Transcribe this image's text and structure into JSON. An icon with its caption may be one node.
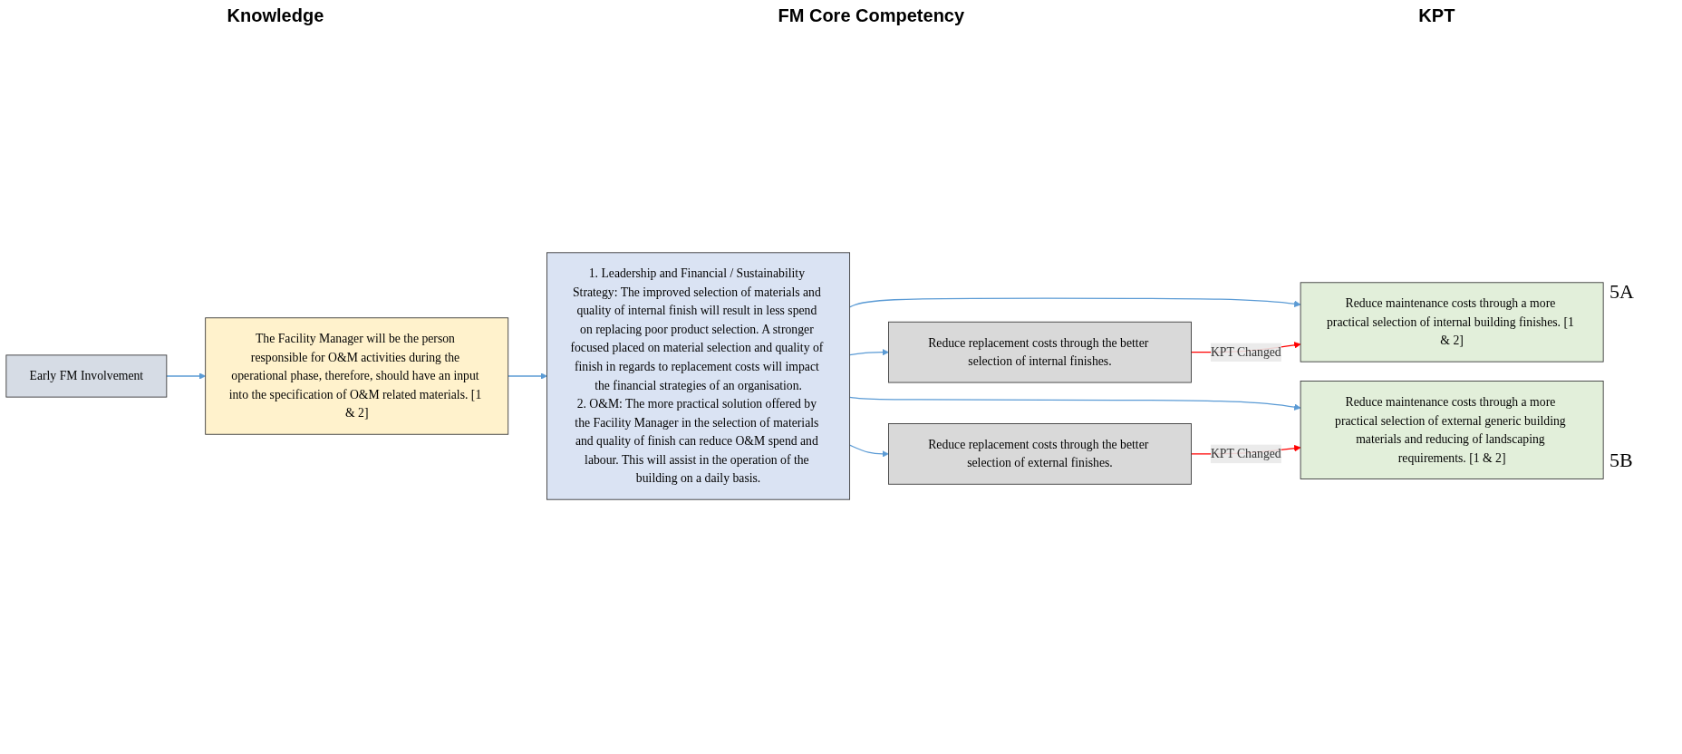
{
  "diagram": {
    "nodes": [
      {
        "text": [
          "Early FM Involvement"
        ]
      },
      {
        "text": [
          "The Facility Manager will be the person responsible for O&M activities during the operational phase, therefore, should have an input into the specification of O&M related materials. [1 & 2]"
        ]
      },
      {
        "text": [
          "1. Leadership and Financial / Sustainability Strategy: The improved selection of materials and quality of internal finish will result in less spend on replacing poor product selection. A stronger focused placed on material selection and quality of finish in regards to replacement costs will impact the financial strategies of an organisation.",
          "2. O&M: The more practical solution offered by the Facility Manager in the selection of materials and quality of finish can reduce O&M spend and labour. This will assist in the operation of the building on a daily basis."
        ]
      },
      {
        "text": [
          "Reduce replacement costs through the better selection of internal finishes."
        ]
      },
      {
        "text": [
          "Reduce maintenance costs through a more practical selection of internal building finishes. [1 & 2]"
        ]
      },
      {
        "text": [
          "Reduce replacement costs through the better selection of external finishes."
        ]
      },
      {
        "text": [
          "Reduce maintenance costs through a more practical selection of external generic building materials and reducing of landscaping requirements. [1 & 2]"
        ]
      }
    ],
    "edges": [
      {
        "from": 0,
        "to": 1,
        "arrow": "to"
      },
      {
        "from": 1,
        "to": 2,
        "arrow": "to"
      },
      {
        "from": 2,
        "to": 3,
        "arrow": "to"
      },
      {
        "from": 2,
        "to": 4,
        "arrow": "to"
      },
      {
        "from": 2,
        "to": 5,
        "arrow": "to"
      },
      {
        "from": 2,
        "to": 6,
        "arrow": "to"
      },
      {
        "from": 3,
        "to": 4,
        "arrow": "to",
        "label": "KPT Changed",
        "color": "#ff0000"
      },
      {
        "from": 5,
        "to": 6,
        "arrow": "to",
        "label": "KPT Changed",
        "color": "#ff0000"
      }
    ],
    "labels": [
      "Knowledge",
      "FM Core Competency",
      "KPT",
      "5A",
      "5B"
    ]
  }
}
